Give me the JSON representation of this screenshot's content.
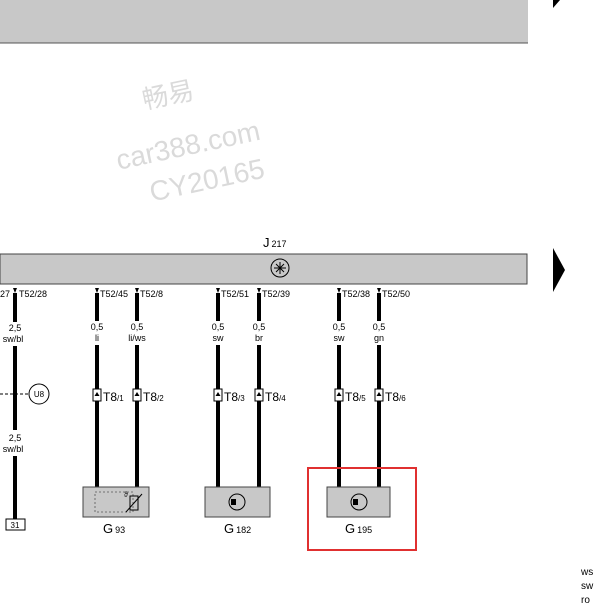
{
  "watermark": {
    "line1": "畅易",
    "line2": "car388.com",
    "line3": "CY20165"
  },
  "control_unit": {
    "name": "J",
    "sub": "217"
  },
  "left_wire": {
    "pin_left": "27",
    "pin": "T52/28",
    "size_top": "2,5",
    "color_top": "sw/bl",
    "connector": "U8",
    "size_bottom": "2,5",
    "color_bottom": "sw/bl",
    "ground": "31"
  },
  "wires": [
    {
      "pin": "T52/45",
      "size": "0,5",
      "color": "li",
      "terminal": "T8",
      "terminal_sub": "/1"
    },
    {
      "pin": "T52/8",
      "size": "0,5",
      "color": "li/ws",
      "terminal": "T8",
      "terminal_sub": "/2"
    },
    {
      "pin": "T52/51",
      "size": "0,5",
      "color": "sw",
      "terminal": "T8",
      "terminal_sub": "/3"
    },
    {
      "pin": "T52/39",
      "size": "0,5",
      "color": "br",
      "terminal": "T8",
      "terminal_sub": "/4"
    },
    {
      "pin": "T52/38",
      "size": "0,5",
      "color": "sw",
      "terminal": "T8",
      "terminal_sub": "/5"
    },
    {
      "pin": "T52/50",
      "size": "0,5",
      "color": "gn",
      "terminal": "T8",
      "terminal_sub": "/6"
    }
  ],
  "components": [
    {
      "name": "G",
      "sub": "93"
    },
    {
      "name": "G",
      "sub": "182"
    },
    {
      "name": "G",
      "sub": "195"
    }
  ],
  "legend": [
    "ws",
    "sw",
    "ro"
  ],
  "colors": {
    "bar": "#c8c8c8",
    "highlight": "#e03030",
    "wire": "#000000"
  }
}
